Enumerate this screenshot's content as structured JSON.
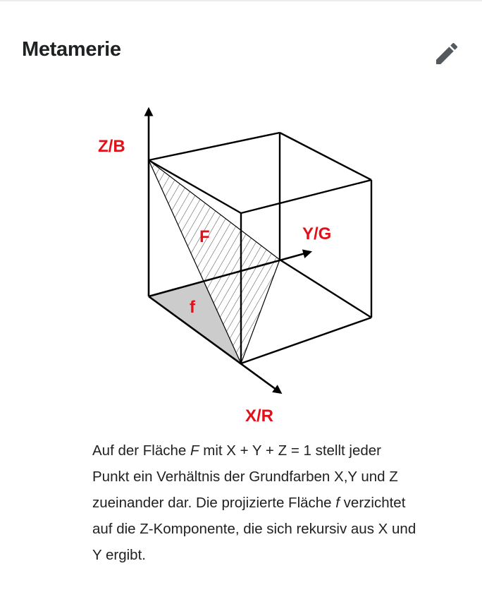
{
  "section": {
    "title": "Metamerie",
    "edit_icon": "pencil-icon"
  },
  "figure": {
    "labels": {
      "z_axis": "Z/B",
      "y_axis": "Y/G",
      "x_axis": "X/R",
      "surface_F": "F",
      "surface_f": "f"
    },
    "label_color": "#e3101a",
    "projection_fill": "#cccccc"
  },
  "caption": {
    "part1": "Auf der Fläche ",
    "F": "F",
    "part2": " mit X + Y + Z = 1 stellt jeder Punkt ein Verhältnis der Grundfarben X,Y und Z zueinander dar. Die projizierte Fläche ",
    "f": "f",
    "part3": " verzichtet auf die Z-Komponente, die sich rekursiv aus X und Y ergibt."
  }
}
